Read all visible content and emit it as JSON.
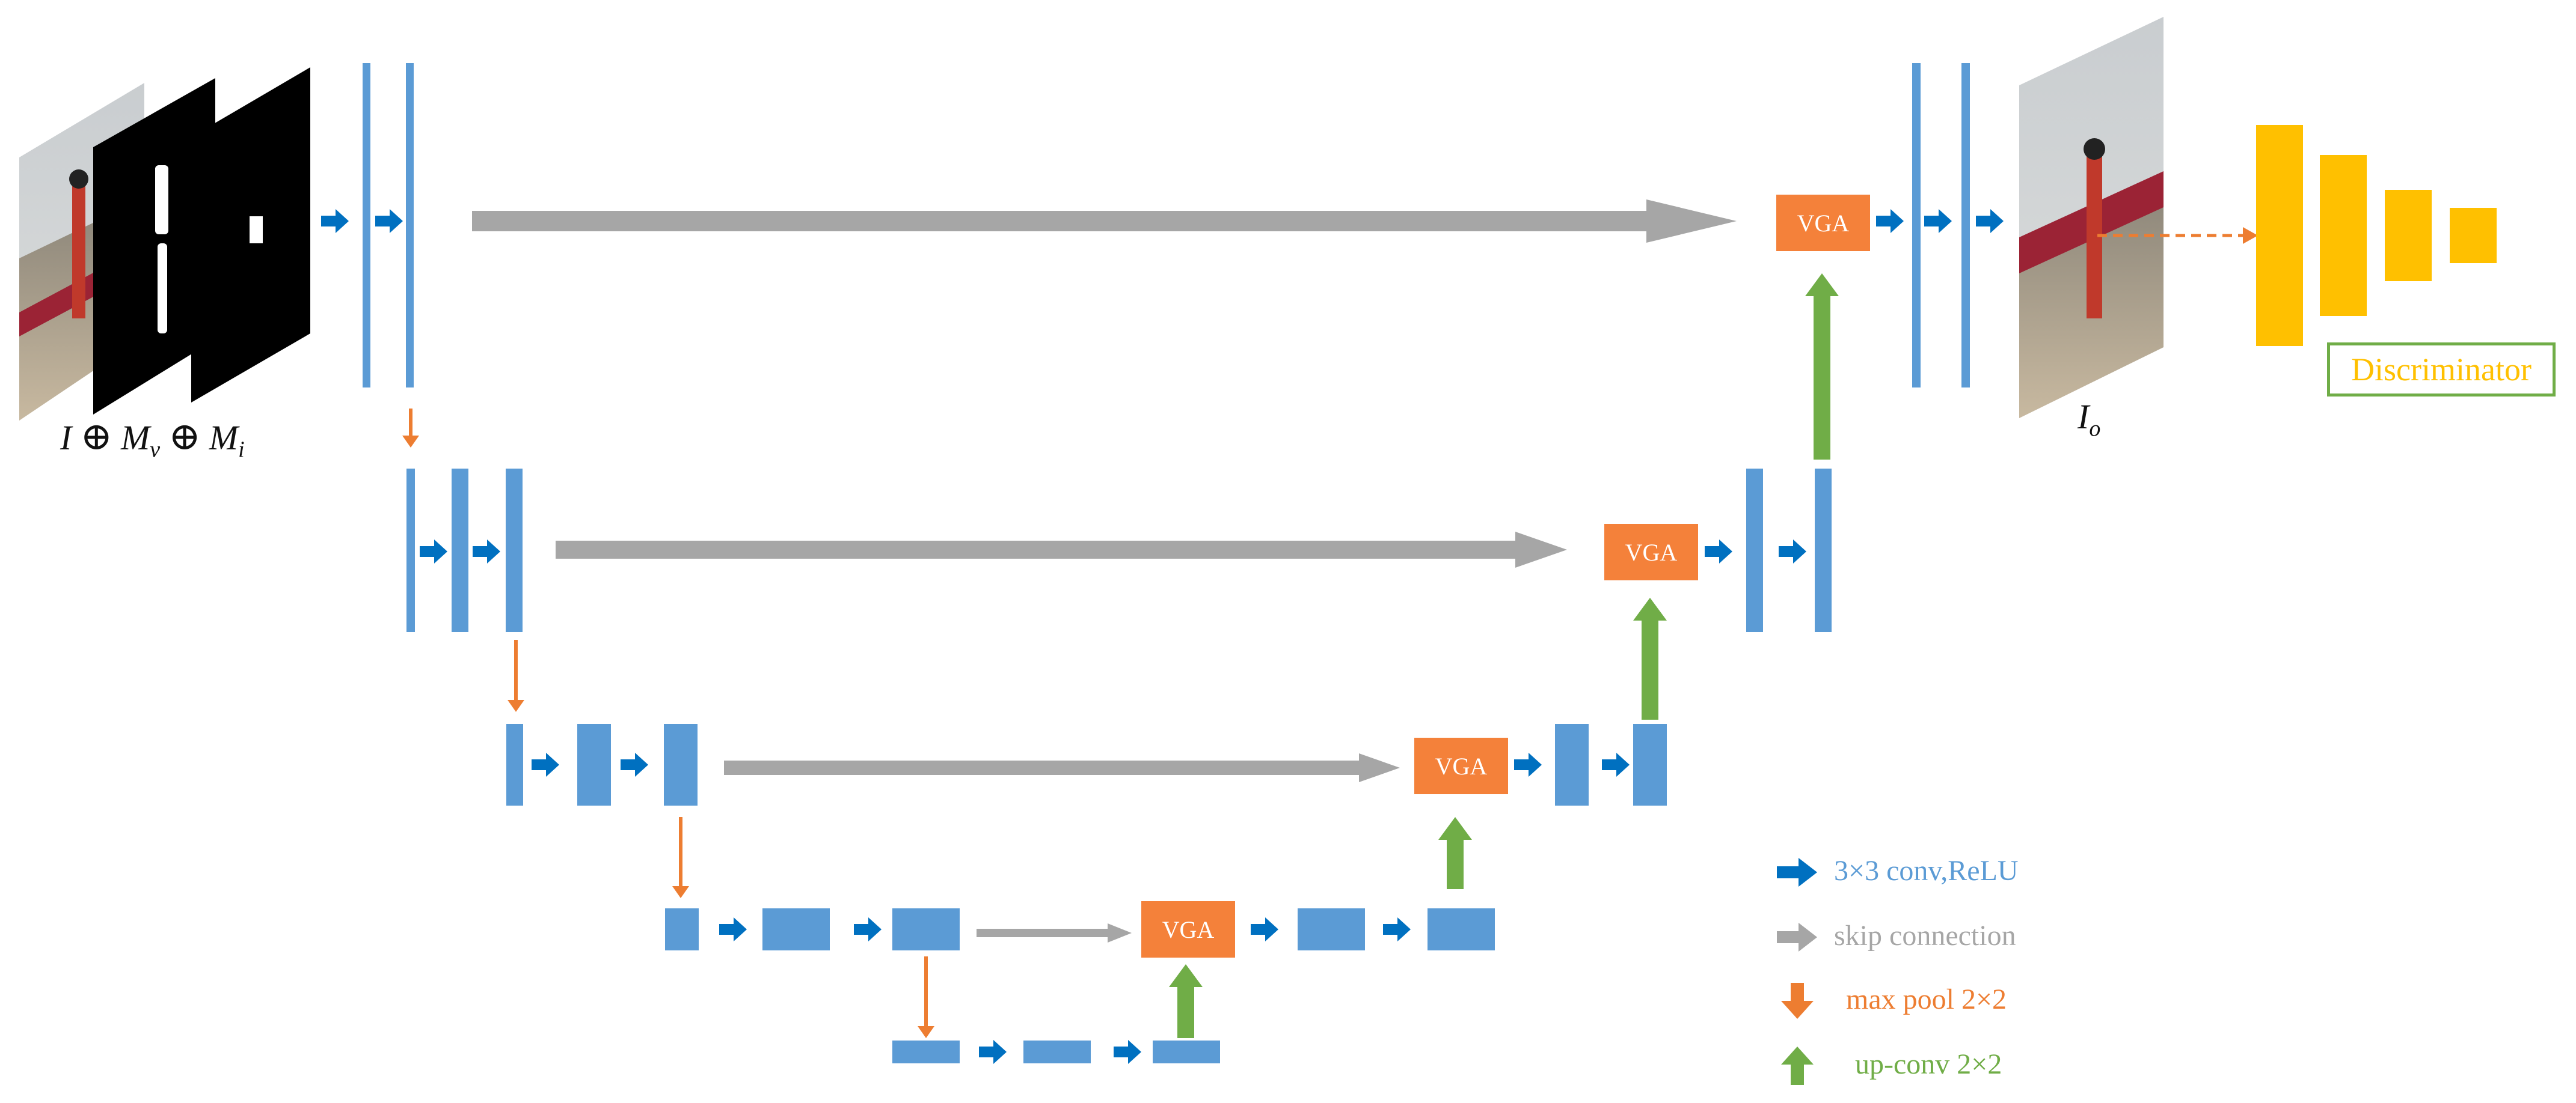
{
  "diagram": {
    "input_label": {
      "I": "I",
      "op": "⊕",
      "Mv": "M",
      "Mv_sub": "v",
      "Mi": "M",
      "Mi_sub": "i"
    },
    "output_label": {
      "I": "I",
      "sub": "o"
    },
    "vga_label": "VGA",
    "discriminator_label": "Discriminator",
    "legend": [
      {
        "icon": "blue-right-arrow-icon",
        "text": "3×3 conv,ReLU",
        "color": "#5b9bd5"
      },
      {
        "icon": "gray-right-arrow-icon",
        "text": "skip connection",
        "color": "#a6a6a6"
      },
      {
        "icon": "orange-down-arrow-icon",
        "text": "max pool 2×2",
        "color": "#ed7d31"
      },
      {
        "icon": "green-up-arrow-icon",
        "text": "up-conv 2×2",
        "color": "#70ad47"
      }
    ],
    "colors": {
      "feature_map": "#5b9bd5",
      "conv_arrow": "#0070c0",
      "skip": "#a6a6a6",
      "pool": "#ed7d31",
      "upconv": "#70ad47",
      "vga": "#f4813a",
      "discriminator": "#ffc000"
    }
  }
}
